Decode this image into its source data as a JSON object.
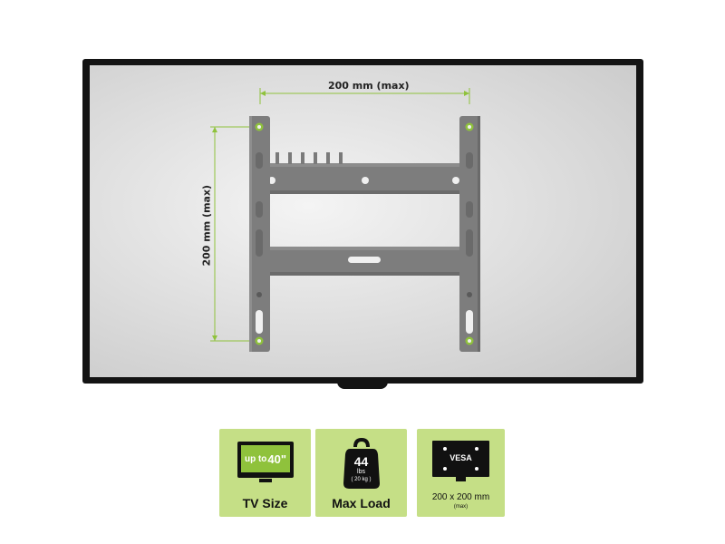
{
  "diagram": {
    "horizontal_dimension": "200 mm  (max)",
    "vertical_dimension": "200 mm  (max)",
    "accent_color": "#8fc23c",
    "bracket_color": "#7d7d7d"
  },
  "specs": {
    "tv_size": {
      "prefix": "up to",
      "value": "40\"",
      "caption": "TV Size",
      "icon": "tv-icon"
    },
    "max_load": {
      "value": "44",
      "unit": "lbs",
      "metric": "( 20 kg )",
      "caption": "Max Load",
      "icon": "weight-icon"
    },
    "vesa": {
      "label": "VESA",
      "caption": "200 x 200 mm",
      "max": "(max)",
      "icon": "vesa-icon"
    },
    "card_color": "#c5df86"
  }
}
